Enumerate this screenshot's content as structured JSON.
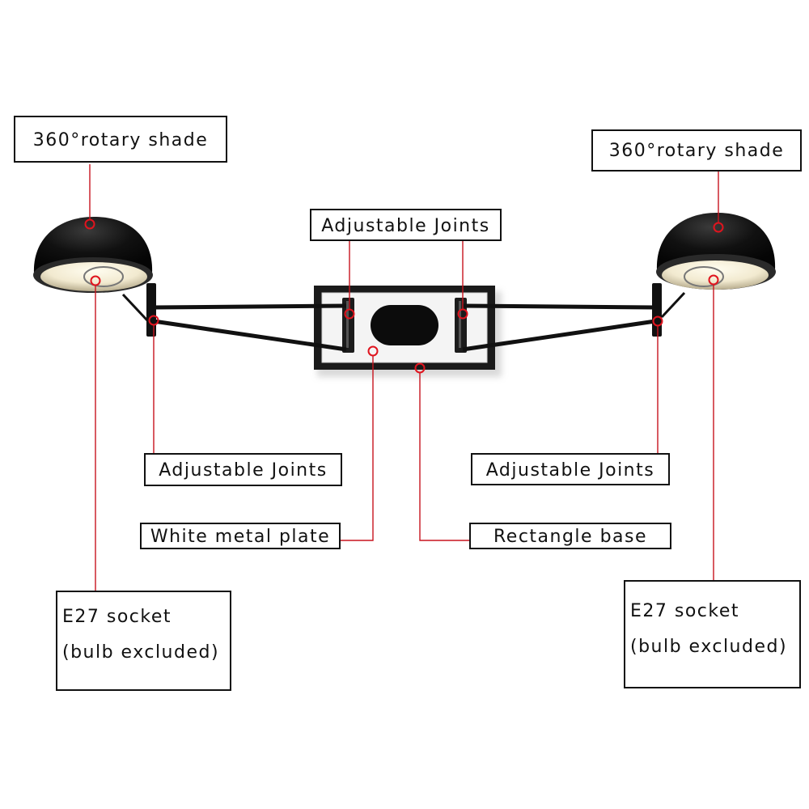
{
  "labels": {
    "shade_left": "360°rotary shade",
    "shade_right": "360°rotary shade",
    "joints_top": "Adjustable Joints",
    "joints_left": "Adjustable Joints",
    "joints_right": "Adjustable Joints",
    "plate": "White metal plate",
    "base": "Rectangle base",
    "socket_left_line1": "E27 socket",
    "socket_left_line2": "(bulb excluded)",
    "socket_right_line1": "E27 socket",
    "socket_right_line2": "(bulb excluded)"
  },
  "colors": {
    "leader": "#c8141e",
    "lamp_body": "#0c0c0c",
    "plate": "#f4f4f4"
  }
}
